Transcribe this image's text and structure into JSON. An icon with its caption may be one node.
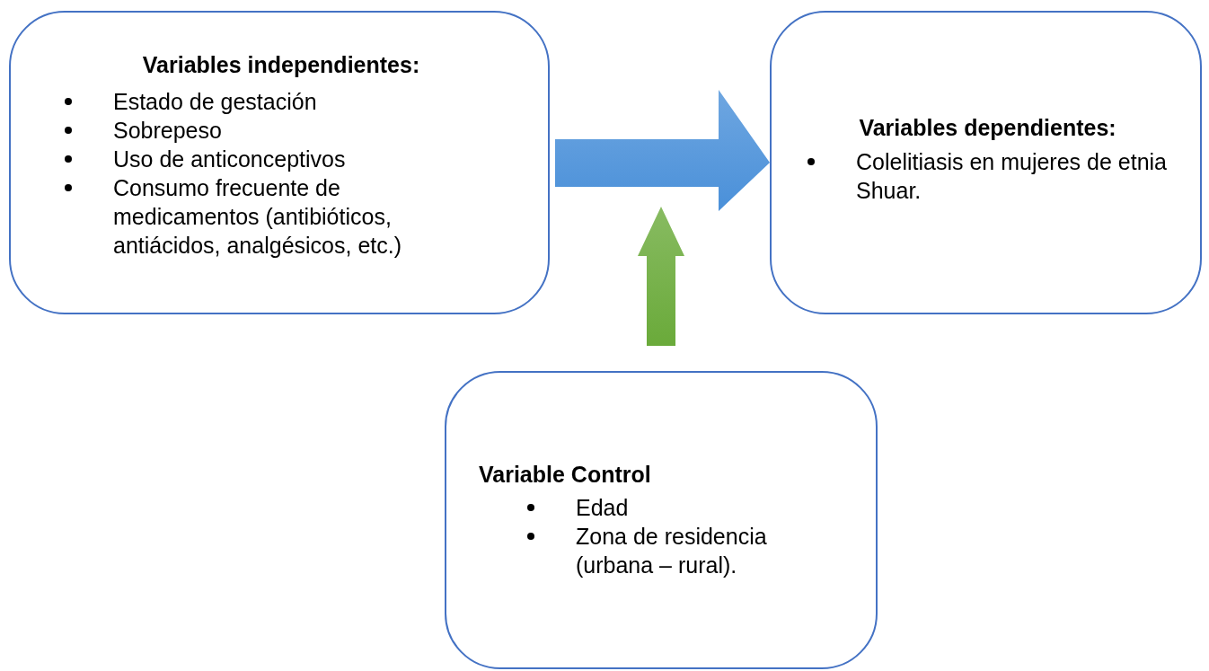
{
  "diagram": {
    "nodes": [
      {
        "text": [
          "Variables independientes:",
          "Estado de gestación",
          "Sobrepeso",
          "Uso de anticonceptivos",
          "Consumo frecuente de medicamentos (antibióticos, antiácidos, analgésicos, etc.)"
        ]
      },
      {
        "text": [
          "Variables dependientes:",
          "Colelitiasis en mujeres de etnia Shuar."
        ]
      },
      {
        "text": [
          "Variable Control",
          "Edad",
          "Zona de residencia (urbana – rural)."
        ]
      }
    ],
    "edges": [
      {
        "from": 0,
        "to": 1,
        "arrow": "to",
        "style": "thick",
        "color": "#4a90d9"
      },
      {
        "from": 2,
        "to": null,
        "arrow": "to",
        "style": "thick",
        "color": "#6aaa3a"
      }
    ]
  }
}
